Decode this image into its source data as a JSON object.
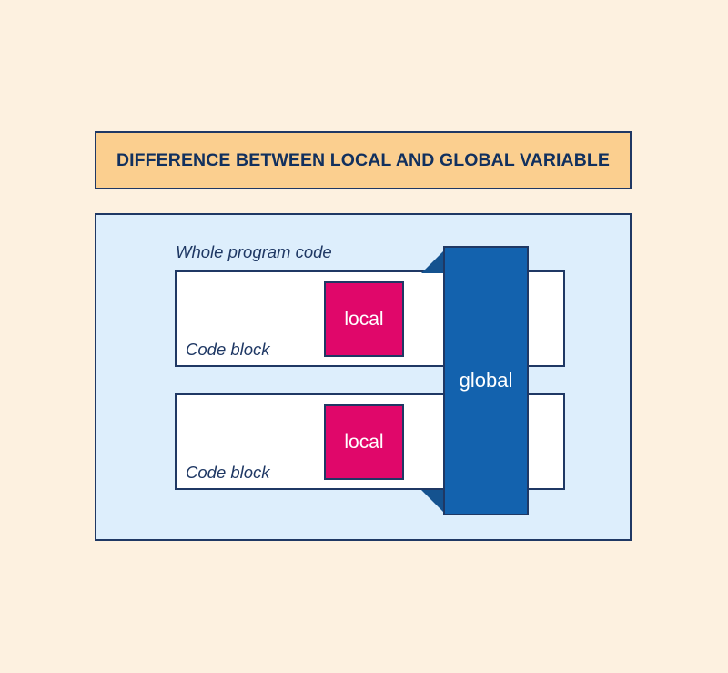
{
  "title": {
    "text": "DIFFERENCE BETWEEN LOCAL AND GLOBAL VARIABLE"
  },
  "panel": {
    "whole_program_label": "Whole program code"
  },
  "code_blocks": [
    {
      "label": "Code block",
      "local_label": "local"
    },
    {
      "label": "Code block",
      "local_label": "local"
    }
  ],
  "global": {
    "label": "global"
  },
  "colors": {
    "page_background": "#fdf1e0",
    "title_background": "#fbcf8f",
    "title_text": "#11305e",
    "panel_background": "#ddeefc",
    "outline": "#1f3864",
    "code_block_background": "#ffffff",
    "local_background": "#e0076a",
    "local_text": "#ffffff",
    "global_background": "#1362ae",
    "global_tail": "#14528f",
    "global_text": "#ffffff",
    "label_text": "#1f3864"
  }
}
